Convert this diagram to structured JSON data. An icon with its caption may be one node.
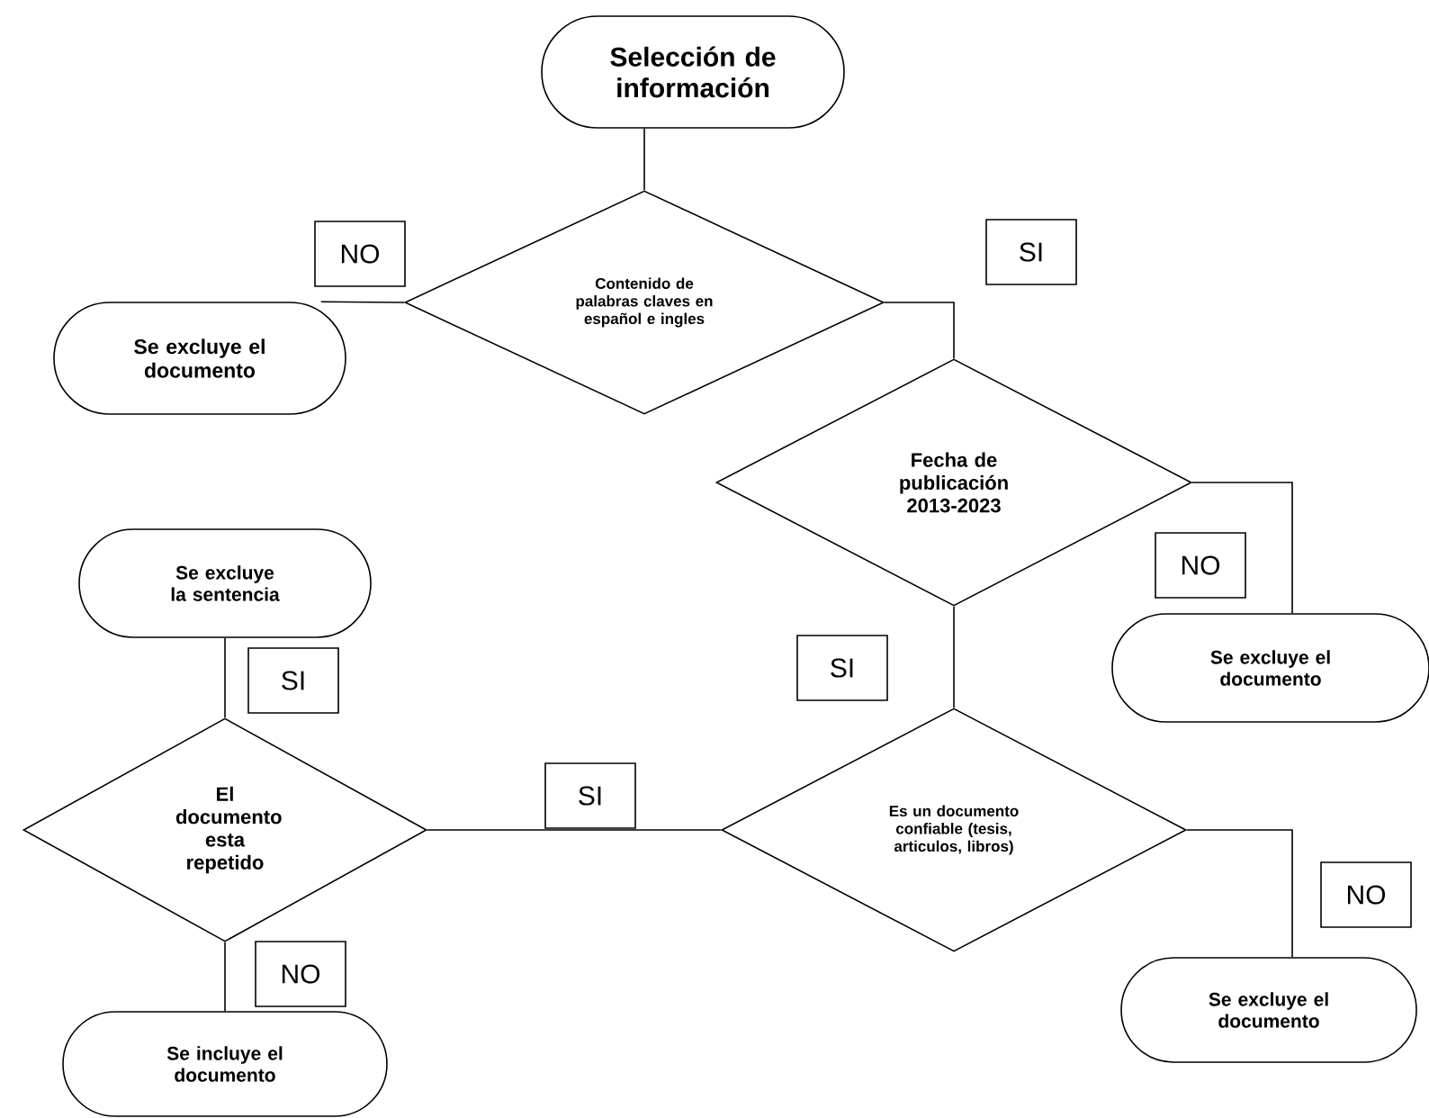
{
  "diagram": {
    "nodes": [
      {
        "text": [
          "Selección de información"
        ]
      },
      {
        "text": [
          "Contenido de palabras claves en español e ingles"
        ]
      },
      {
        "text": [
          "Se excluye el documento"
        ]
      },
      {
        "text": [
          "Fecha de publicación 2013-2023"
        ]
      },
      {
        "text": [
          "Se excluye el documento"
        ]
      },
      {
        "text": [
          "Es un documento confiable (tesis, articulos, libros)"
        ]
      },
      {
        "text": [
          "Se excluye el documento"
        ]
      },
      {
        "text": [
          "Se excluye la sentencia"
        ]
      },
      {
        "text": [
          "El documento esta repetido"
        ]
      },
      {
        "text": [
          "Se incluye el documento"
        ]
      }
    ],
    "edges": [
      {
        "from": 0,
        "to": 1,
        "arrow": "none"
      },
      {
        "from": 1,
        "to": 2,
        "arrow": "none",
        "label": "NO"
      },
      {
        "from": 1,
        "to": 3,
        "arrow": "none",
        "label": "SI"
      },
      {
        "from": 3,
        "to": 4,
        "arrow": "none",
        "label": "NO"
      },
      {
        "from": 3,
        "to": 5,
        "arrow": "none",
        "label": "SI"
      },
      {
        "from": 5,
        "to": 6,
        "arrow": "none",
        "label": "NO"
      },
      {
        "from": 5,
        "to": 8,
        "arrow": "none",
        "label": "SI"
      },
      {
        "from": 8,
        "to": 7,
        "arrow": "none",
        "label": "SI"
      },
      {
        "from": 8,
        "to": 9,
        "arrow": "none",
        "label": "NO"
      }
    ]
  }
}
